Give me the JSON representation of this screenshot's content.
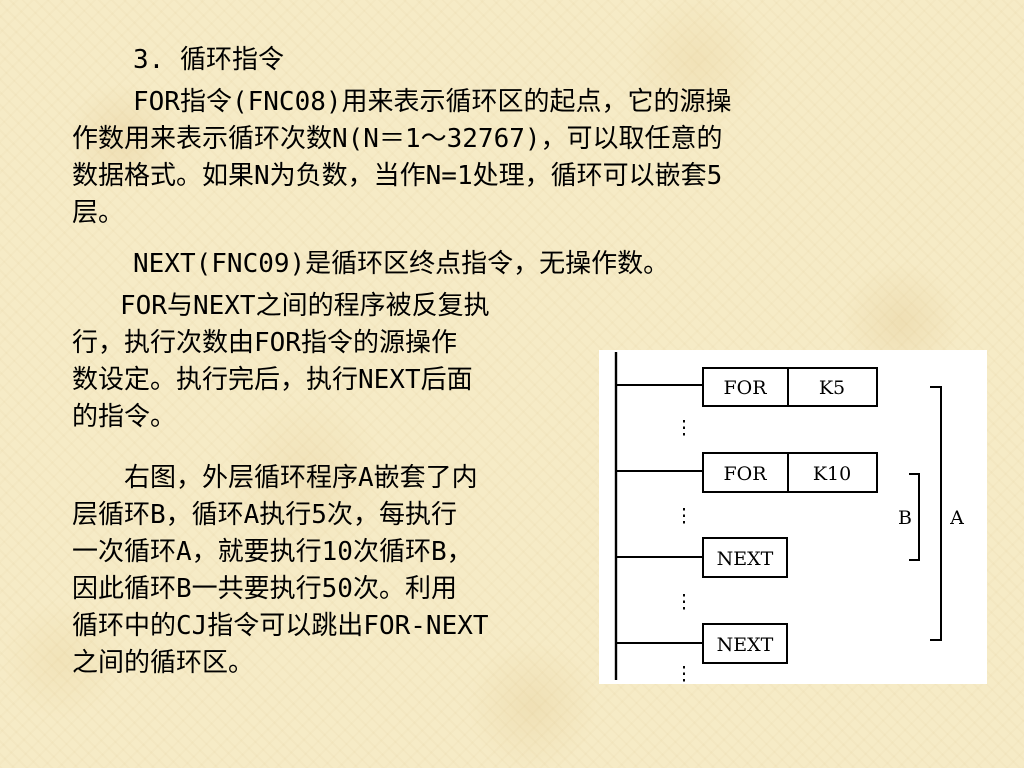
{
  "heading": "3. 循环指令",
  "paragraph_for": [
    "FOR指令(FNC08)用来表示循环区的起点，它的源操",
    "作数用来表示循环次数N(N＝1～32767)，可以取任意的",
    "数据格式。如果N为负数，当作N=1处理，循环可以嵌套5",
    "层。"
  ],
  "paragraph_next": "NEXT(FNC09)是循环区终点指令，无操作数。",
  "paragraph_loop": [
    "FOR与NEXT之间的程序被反复执",
    "行，执行次数由FOR指令的源操作",
    "数设定。执行完后，执行NEXT后面",
    "的指令。"
  ],
  "paragraph_example": [
    "右图，外层循环程序A嵌套了内",
    "层循环B，循环A执行5次，每执行",
    "一次循环A，就要执行10次循环B，",
    "因此循环B一共要执行50次。利用",
    "循环中的CJ指令可以跳出FOR-NEXT",
    "之间的循环区。"
  ],
  "diagram": {
    "for_outer_label": "FOR",
    "for_outer_operand": "K5",
    "for_inner_label": "FOR",
    "for_inner_operand": "K10",
    "next_inner_label": "NEXT",
    "next_outer_label": "NEXT",
    "bracket_inner_label": "B",
    "bracket_outer_label": "A",
    "ellipsis": "⋮"
  }
}
